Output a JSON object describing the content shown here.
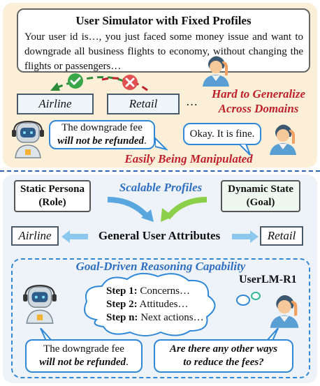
{
  "top": {
    "title": "User Simulator with Fixed Profiles",
    "profile_text": "Your user id is…, you just faced some money issue and want to downgrade all business flights to economy, without changing the flights or passengers…",
    "domains": [
      "Airline",
      "Retail"
    ],
    "ellipsis": "…",
    "hard_generalize": [
      "Hard to Generalize",
      "Across Domains"
    ],
    "bot_bubble_line1": "The downgrade fee",
    "bot_bubble_line2": "will not be refunded",
    "bot_bubble_period": ".",
    "user_bubble": "Okay. It is fine.",
    "manipulated": "Easily Being Manipulated"
  },
  "bottom": {
    "static_persona": [
      "Static Persona",
      "(Role)"
    ],
    "scalable_profiles": "Scalable Profiles",
    "dynamic_state": [
      "Dynamic State",
      "(Goal)"
    ],
    "general_attributes": "General User Attributes",
    "domains": [
      "Airline",
      "Retail"
    ],
    "goal_driven": "Goal-Driven Reasoning Capability",
    "model_name": "UserLM-R1",
    "steps": [
      {
        "label": "Step 1:",
        "text": " Concerns…"
      },
      {
        "label": "Step 2:",
        "text": " Attitudes…"
      },
      {
        "label": "Step n:",
        "text": " Next actions…"
      }
    ],
    "bot_bubble_line1": "The downgrade fee",
    "bot_bubble_line2": "will not be refunded",
    "bot_bubble_period": ".",
    "user_bubble_line1": "Are there any other ways",
    "user_bubble_line2": "to reduce the fees?"
  },
  "colors": {
    "top_bg": "#fbf0d7",
    "bottom_bg": "#eef3f9",
    "red": "#c0202a",
    "blue": "#2f6fc2",
    "green": "#3aa64a"
  },
  "icons": [
    "check-icon",
    "cross-icon",
    "robot-agent-icon",
    "user-avatar-icon",
    "thought-cloud-icon"
  ]
}
